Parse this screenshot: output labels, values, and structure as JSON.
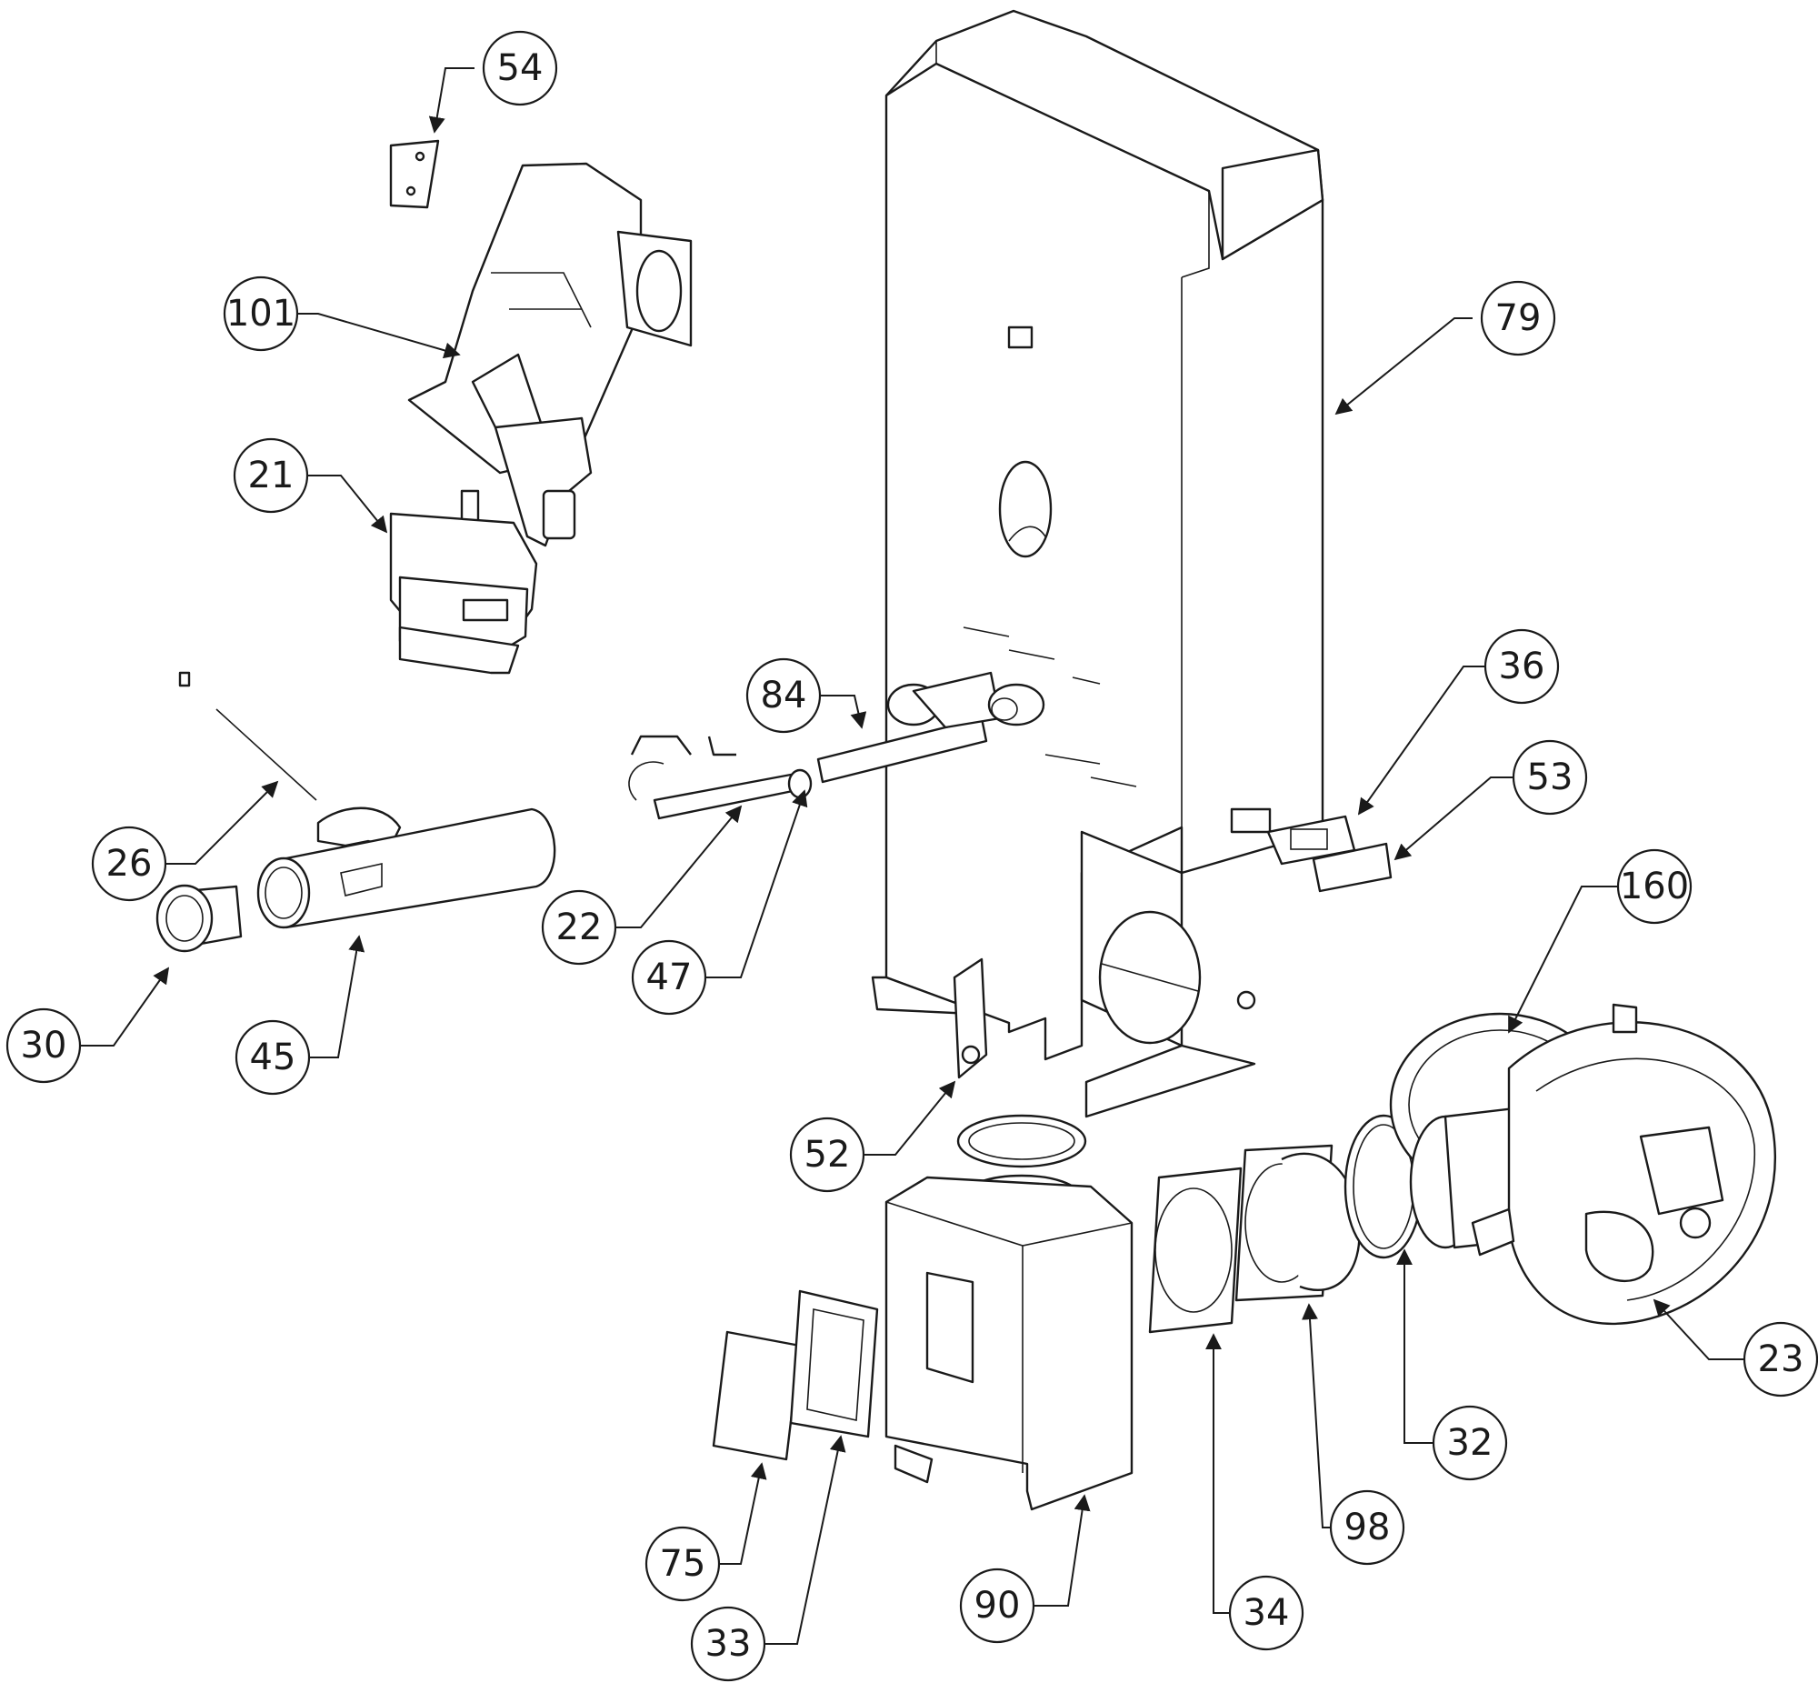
{
  "colors": {
    "line": "#1a1a1a",
    "background": "#ffffff"
  },
  "callouts": [
    {
      "id": "54",
      "label": "54"
    },
    {
      "id": "101",
      "label": "101"
    },
    {
      "id": "21",
      "label": "21"
    },
    {
      "id": "79",
      "label": "79"
    },
    {
      "id": "84",
      "label": "84"
    },
    {
      "id": "36",
      "label": "36"
    },
    {
      "id": "53",
      "label": "53"
    },
    {
      "id": "26",
      "label": "26"
    },
    {
      "id": "22",
      "label": "22"
    },
    {
      "id": "47",
      "label": "47"
    },
    {
      "id": "160",
      "label": "160"
    },
    {
      "id": "30",
      "label": "30"
    },
    {
      "id": "45",
      "label": "45"
    },
    {
      "id": "52",
      "label": "52"
    },
    {
      "id": "23",
      "label": "23"
    },
    {
      "id": "32",
      "label": "32"
    },
    {
      "id": "98",
      "label": "98"
    },
    {
      "id": "75",
      "label": "75"
    },
    {
      "id": "34",
      "label": "34"
    },
    {
      "id": "33",
      "label": "33"
    },
    {
      "id": "90",
      "label": "90"
    }
  ]
}
